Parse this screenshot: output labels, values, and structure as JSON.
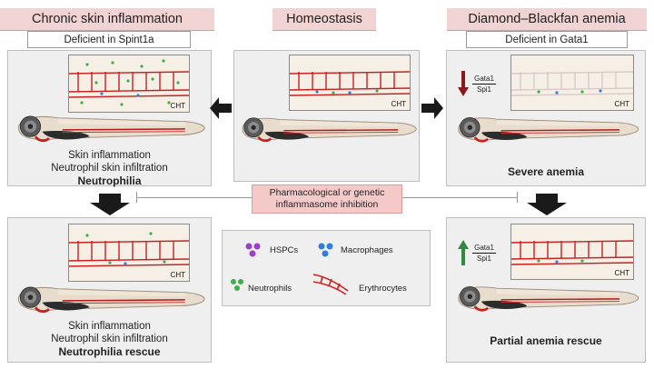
{
  "headers": {
    "left": "Chronic skin inflammation",
    "center": "Homeostasis",
    "right": "Diamond–Blackfan anemia"
  },
  "subheaders": {
    "left": "Deficient in Spint1a",
    "right": "Deficient in Gata1"
  },
  "inset_label": "CHT",
  "panels": {
    "top_left": [
      "Skin inflammation",
      "Neutrophil skin infiltration",
      "Neutrophilia"
    ],
    "bottom_left": [
      "Skin inflammation",
      "Neutrophil skin infiltration",
      "Neutrophilia rescue"
    ],
    "top_right": [
      "Severe anemia"
    ],
    "bottom_right": [
      "Partial anemia rescue"
    ]
  },
  "ratio": {
    "top": "Gata1",
    "bottom": "Spi1"
  },
  "inhibition_box": [
    "Pharmacological or genetic",
    "inflammasome inhibition"
  ],
  "legend": {
    "hspcs": "HSPCs",
    "macrophages": "Macrophages",
    "neutrophils": "Neutrophils",
    "erythrocytes": "Erythrocytes"
  },
  "colors": {
    "header_bg": "#f2d3d3",
    "erythrocyte": "#d21f1f",
    "hspc": "#9b3fc4",
    "macrophage": "#2f7fd8",
    "neutrophil": "#3fae49",
    "down_arrow_ratio": "#8b1a1a",
    "up_arrow_ratio": "#2e8a3c"
  }
}
